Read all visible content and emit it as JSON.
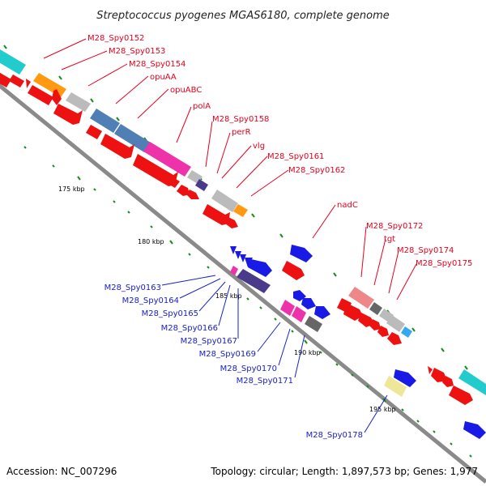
{
  "title": "Streptococcus pyogenes MGAS6180, complete genome",
  "footer": {
    "accession": "Accession: NC_007296",
    "summary": "Topology: circular; Length: 1,897,573 bp; Genes: 1,977"
  },
  "colors": {
    "label_red": "#e8001c",
    "label_blue": "#1a20c8",
    "cds_red": "#ee1111",
    "cds_blue": "#1a1ae6",
    "backbone": "#8a8a8a",
    "tick": "#1a8a1a",
    "cyan": "#22cccc",
    "orange": "#ff9911",
    "grey": "#bbbbbb",
    "steelblue": "#4f7fb5",
    "magenta": "#ee33aa",
    "purple": "#4a3a8a",
    "pink": "#ee8888",
    "darkgrey": "#666666",
    "lightblue": "#33aaee",
    "khaki": "#eee699"
  },
  "kbp_labels": [
    "175 kbp",
    "180 kbp",
    "185 kbp",
    "190 kbp",
    "195 kbp"
  ],
  "top_labels": [
    "M28_Spy0152",
    "M28_Spy0153",
    "M28_Spy0154",
    "opuAA",
    "opuABC",
    "polA",
    "M28_Spy0158",
    "perR",
    "vlg",
    "M28_Spy0161",
    "M28_Spy0162",
    "nadC",
    "M28_Spy0172",
    "tgt",
    "M28_Spy0174",
    "M28_Spy0175"
  ],
  "bottom_labels": [
    "M28_Spy0163",
    "M28_Spy0164",
    "M28_Spy0165",
    "M28_Spy0166",
    "M28_Spy0167",
    "M28_Spy0169",
    "M28_Spy0170",
    "M28_Spy0171",
    "M28_Spy0178"
  ]
}
